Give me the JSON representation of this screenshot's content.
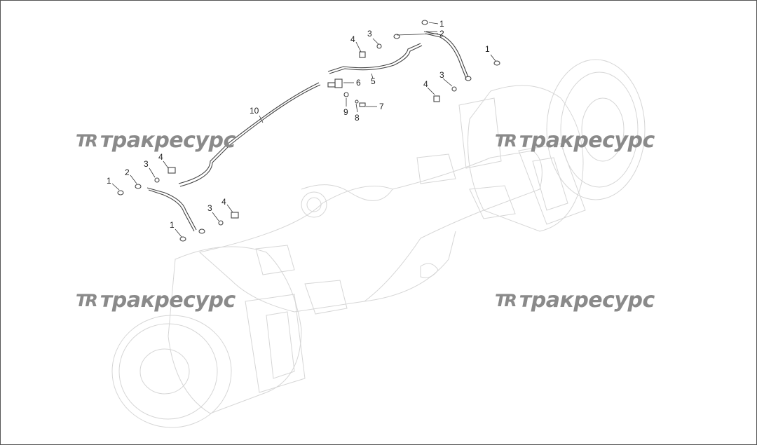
{
  "watermark": {
    "logo": "TR",
    "text": "тракресурс"
  },
  "callouts": [
    "1",
    "2",
    "3",
    "4",
    "5",
    "6",
    "7",
    "8",
    "9",
    "10"
  ]
}
